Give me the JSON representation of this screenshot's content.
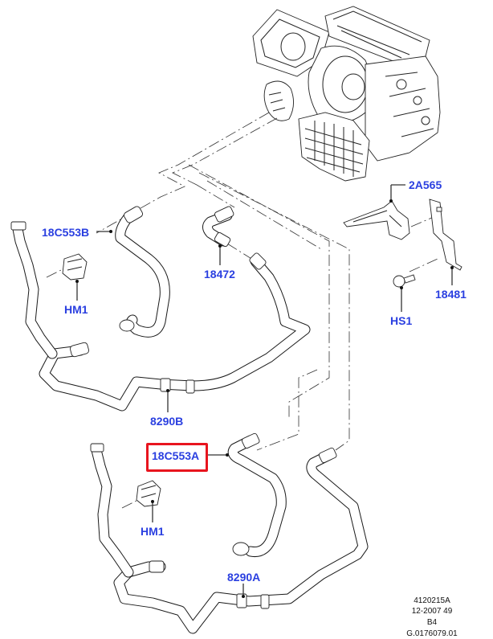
{
  "diagram": {
    "title": "Heater hoses exploded view",
    "label_color": "#2a3fe0",
    "highlight_color": "#e8141e",
    "callouts": {
      "p_2a565": "2A565",
      "p_18c553b": "18C553B",
      "p_18472": "18472",
      "p_18481": "18481",
      "p_hm1_upper": "HM1",
      "p_hs1": "HS1",
      "p_8290b": "8290B",
      "p_18c553a": "18C553A",
      "p_hm1_lower": "HM1",
      "p_8290a": "8290A"
    },
    "highlighted_part": "18C553A",
    "footer": {
      "line1": "4120215A",
      "line2": "12-2007 49",
      "line3": "B4",
      "line4": "G.0176079.01"
    }
  }
}
